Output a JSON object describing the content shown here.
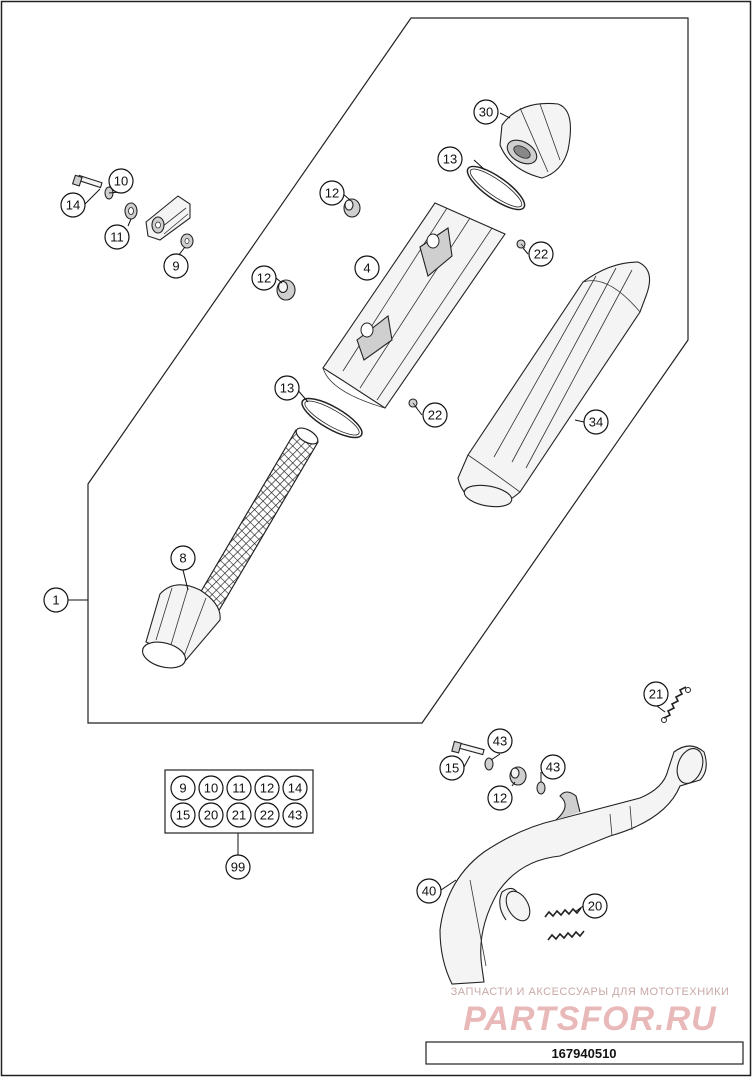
{
  "diagram": {
    "part_number": "167940510",
    "group_label": "1",
    "kit_label": "99",
    "kit_contents": [
      "9",
      "10",
      "11",
      "12",
      "14",
      "15",
      "20",
      "21",
      "22",
      "43"
    ],
    "callouts": {
      "c1": "1",
      "c4": "4",
      "c8": "8",
      "c9": "9",
      "c10": "10",
      "c11": "11",
      "c12a": "12",
      "c12b": "12",
      "c12c": "12",
      "c13a": "13",
      "c13b": "13",
      "c14": "14",
      "c15": "15",
      "c20": "20",
      "c21": "21",
      "c22a": "22",
      "c22b": "22",
      "c30": "30",
      "c34": "34",
      "c40": "40",
      "c43a": "43",
      "c43b": "43",
      "c99": "99"
    }
  },
  "watermark": {
    "line1": "ЗАПЧАСТИ И АКСЕССУАРЫ ДЛЯ МОТОТЕХНИКИ",
    "line2": "PARTSFOR.RU"
  }
}
